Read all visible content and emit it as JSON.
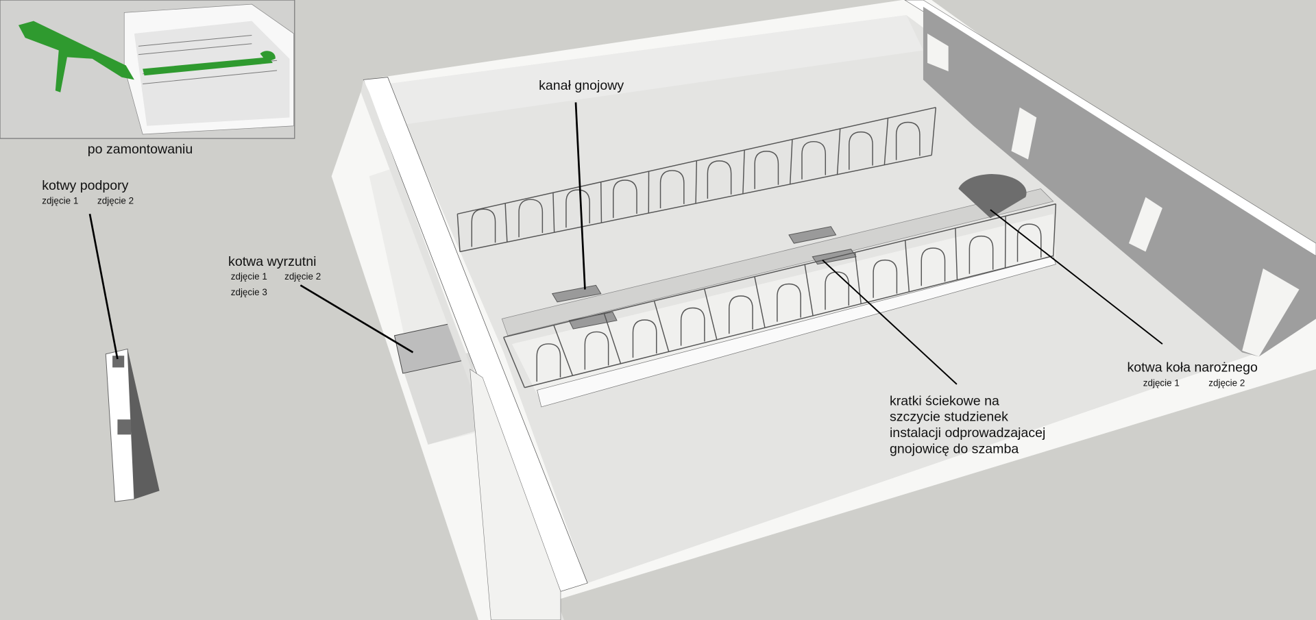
{
  "inset": {
    "caption": "po zamontowaniu"
  },
  "labels": {
    "kotwy_podpory": {
      "title": "kotwy podpory",
      "links": [
        "zdjęcie 1",
        "zdjęcie 2"
      ]
    },
    "kotwa_wyrzutni": {
      "title": "kotwa wyrzutni",
      "links": [
        "zdjęcie 1",
        "zdjęcie 2",
        "zdjęcie 3"
      ]
    },
    "kanal_gnojowy": {
      "title": "kanał gnojowy"
    },
    "kratki": {
      "lines": [
        "kratki ściekowe na",
        "szczycie studzienek",
        "instalacji odprowadzajacej",
        "gnojowicę do szamba"
      ]
    },
    "kotwa_kola": {
      "title": "kotwa koła narożnego",
      "links": [
        "zdjęcie 1",
        "zdjęcie 2"
      ]
    }
  },
  "colors": {
    "background": "#cfcfcb",
    "wall": "#ffffff",
    "floor": "#e4e4e2",
    "shade": "#9c9c9c",
    "conveyor": "#2f9a2f"
  }
}
